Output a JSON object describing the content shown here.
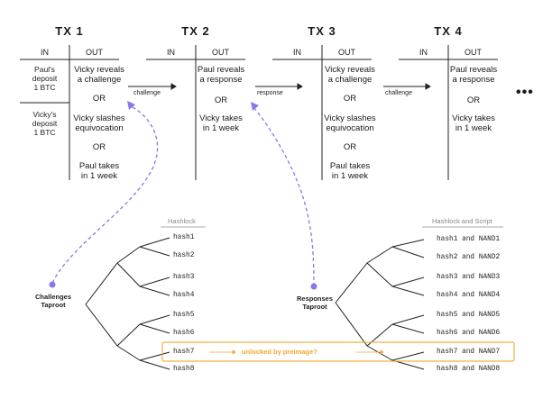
{
  "transactions": [
    {
      "title": "TX 1",
      "in_header": "IN",
      "out_header": "OUT",
      "inputs": [
        "Paul's\ndeposit\n1 BTC",
        "Vicky's\ndeposit\n1 BTC"
      ],
      "outputs": [
        "Vicky reveals\na challenge",
        "OR",
        "Vicky slashes\nequivocation",
        "OR",
        "Paul takes\nin 1 week"
      ]
    },
    {
      "title": "TX 2",
      "in_header": "IN",
      "out_header": "OUT",
      "outputs": [
        "Paul reveals\na response",
        "OR",
        "Vicky takes\nin 1 week"
      ]
    },
    {
      "title": "TX 3",
      "in_header": "IN",
      "out_header": "OUT",
      "outputs": [
        "Vicky reveals\na challenge",
        "OR",
        "Vicky slashes\nequivocation",
        "OR",
        "Paul takes\nin 1 week"
      ]
    },
    {
      "title": "TX 4",
      "in_header": "IN",
      "out_header": "OUT",
      "outputs": [
        "Paul reveals\na response",
        "OR",
        "Vicky takes\nin 1 week"
      ]
    }
  ],
  "arrows": [
    "challenge",
    "response",
    "challenge"
  ],
  "ellipsis": "•••",
  "left_tree": {
    "title": "Hashlock",
    "root_label": "Challenges\nTaproot",
    "leaves": [
      "hash1",
      "hash2",
      "hash3",
      "hash4",
      "hash5",
      "hash6",
      "hash7",
      "hash8"
    ]
  },
  "right_tree": {
    "title": "Hashlock and Script",
    "root_label": "Responses\nTaproot",
    "leaves": [
      "hash1 and NAND1",
      "hash2 and NAND2",
      "hash3 and NAND3",
      "hash4 and NAND4",
      "hash5 and NAND5",
      "hash6 and NAND6",
      "hash7 and NAND7",
      "hash8 and NAND8"
    ]
  },
  "unlock_label": "unlocked by preimage?",
  "colors": {
    "purple": "#8b77e8",
    "orange": "#f0b040",
    "line": "#222222",
    "grey": "#999999"
  }
}
